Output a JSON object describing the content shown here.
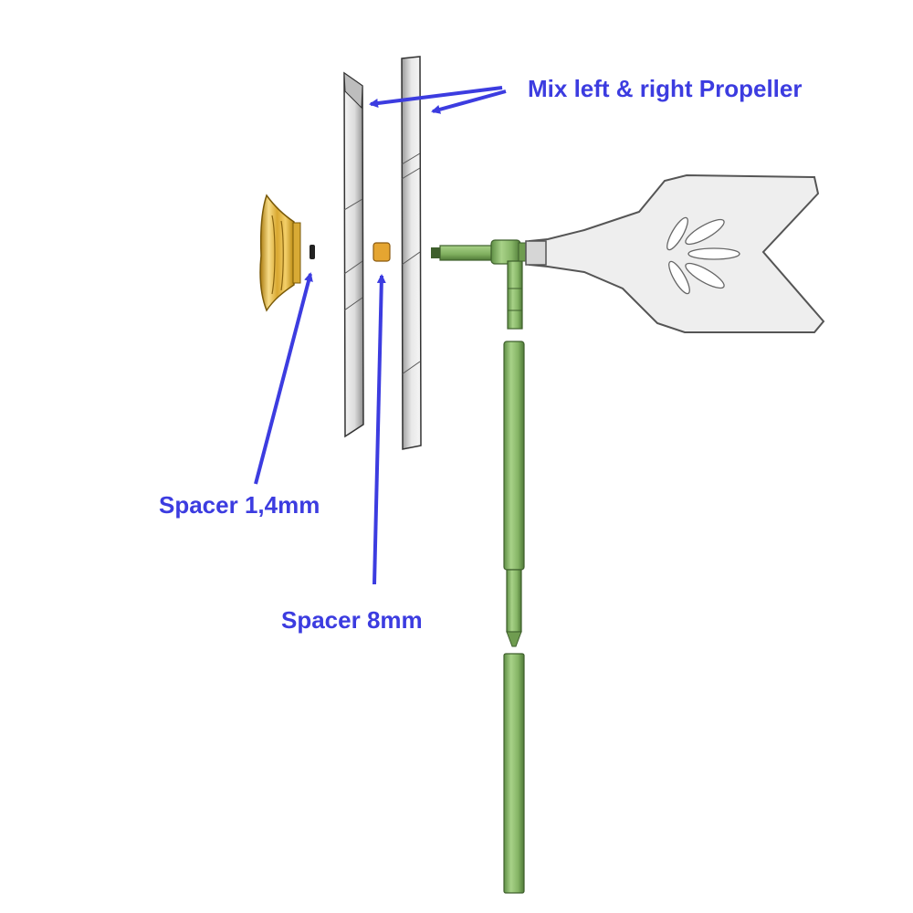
{
  "labels": {
    "propeller": "Mix left & right Propeller",
    "spacer_small": "Spacer 1,4mm",
    "spacer_large": "Spacer 8mm"
  },
  "colors": {
    "label_blue": "#3c3ce0",
    "arrow_blue": "#3c3ce0",
    "green_light": "#9bc87a",
    "green_mid": "#7fae5e",
    "green_dark": "#4f7a37",
    "gold_light": "#f6d77a",
    "gold_dark": "#b8860b",
    "blade_light": "#f2f2f2",
    "blade_dark": "#8c8c8c",
    "outline": "#333333",
    "vane_fill": "#eeeeee"
  }
}
